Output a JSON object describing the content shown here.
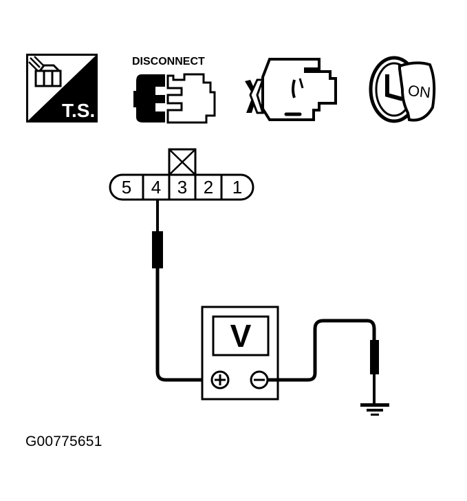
{
  "icons": {
    "ts": {
      "label": "T.S.",
      "name": "troubleshooting-icon"
    },
    "disconnect": {
      "label": "DISCONNECT",
      "name": "disconnect-connector-icon"
    },
    "engine": {
      "name": "engine-off-icon"
    },
    "ignition": {
      "label": "ON",
      "name": "ignition-key-on-icon"
    }
  },
  "connector": {
    "terminals": [
      "5",
      "4",
      "3",
      "2",
      "1"
    ],
    "probed_terminal": "4",
    "unused_cavity": "3"
  },
  "voltmeter": {
    "display": "V",
    "positive_symbol": "+",
    "negative_symbol": "−"
  },
  "ground": {
    "name": "ground-symbol"
  },
  "caption": "G00775651",
  "colors": {
    "ink": "#000000",
    "paper": "#ffffff"
  }
}
